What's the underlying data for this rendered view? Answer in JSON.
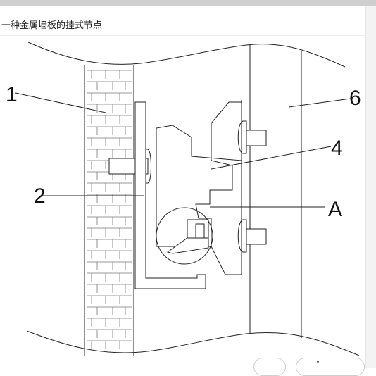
{
  "header": {
    "title": "一种金属墙板的挂式节点"
  },
  "figure": {
    "labels": {
      "l1": "1",
      "l2": "2",
      "l4": "4",
      "l6": "6",
      "lA": "A"
    }
  },
  "controls": {
    "left_button_label": "",
    "right_button_label": ""
  }
}
